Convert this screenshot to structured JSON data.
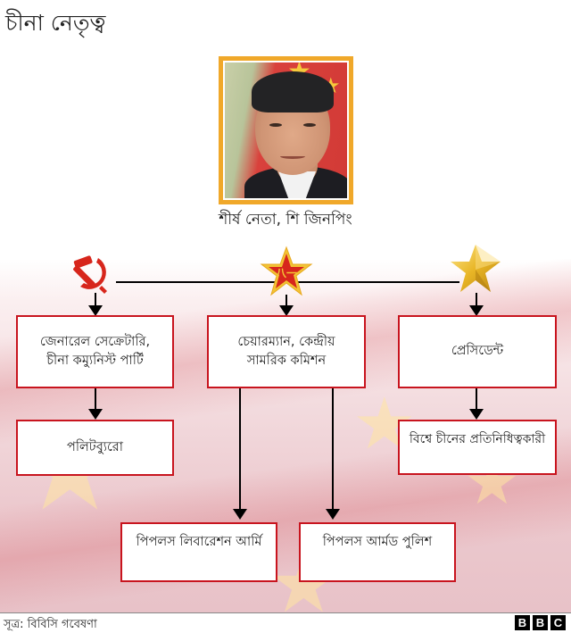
{
  "title": "চীনা নেতৃত্ব",
  "leader": {
    "caption": "শীর্ষ নেতা, শি জিনপিং",
    "photo_alt": "portrait-photo",
    "frame_color": "#f0a82a"
  },
  "branches": [
    {
      "icon": "hammer-sickle-icon",
      "role": "জেনারেল সেক্রেটারি,\nচীনা কম্যুনিস্ট পার্টি",
      "role_line1": "জেনারেল সেক্রেটারি,",
      "role_line2": "চীনা কম্যুনিস্ট পার্টি",
      "child": "পলিটব্যুরো"
    },
    {
      "icon": "pla-red-star-icon",
      "role_line1": "চেয়ারম্যান, কেন্দ্রীয়",
      "role_line2": "সামরিক কমিশন",
      "children": [
        "পিপলস লিবারেশন আর্মি",
        "পিপলস আর্মড পুলিশ"
      ]
    },
    {
      "icon": "gold-star-icon",
      "role_line1": "প্রেসিডেন্ট",
      "child": "বিশ্বে চীনের প্রতিনিধিত্বকারী"
    }
  ],
  "colors": {
    "box_border": "#c8141e",
    "icon_red": "#d7261c",
    "icon_gold": "#e8b526"
  },
  "footer": {
    "source": "সূত্র: বিবিসি গবেষণা",
    "logo": [
      "B",
      "B",
      "C"
    ]
  }
}
